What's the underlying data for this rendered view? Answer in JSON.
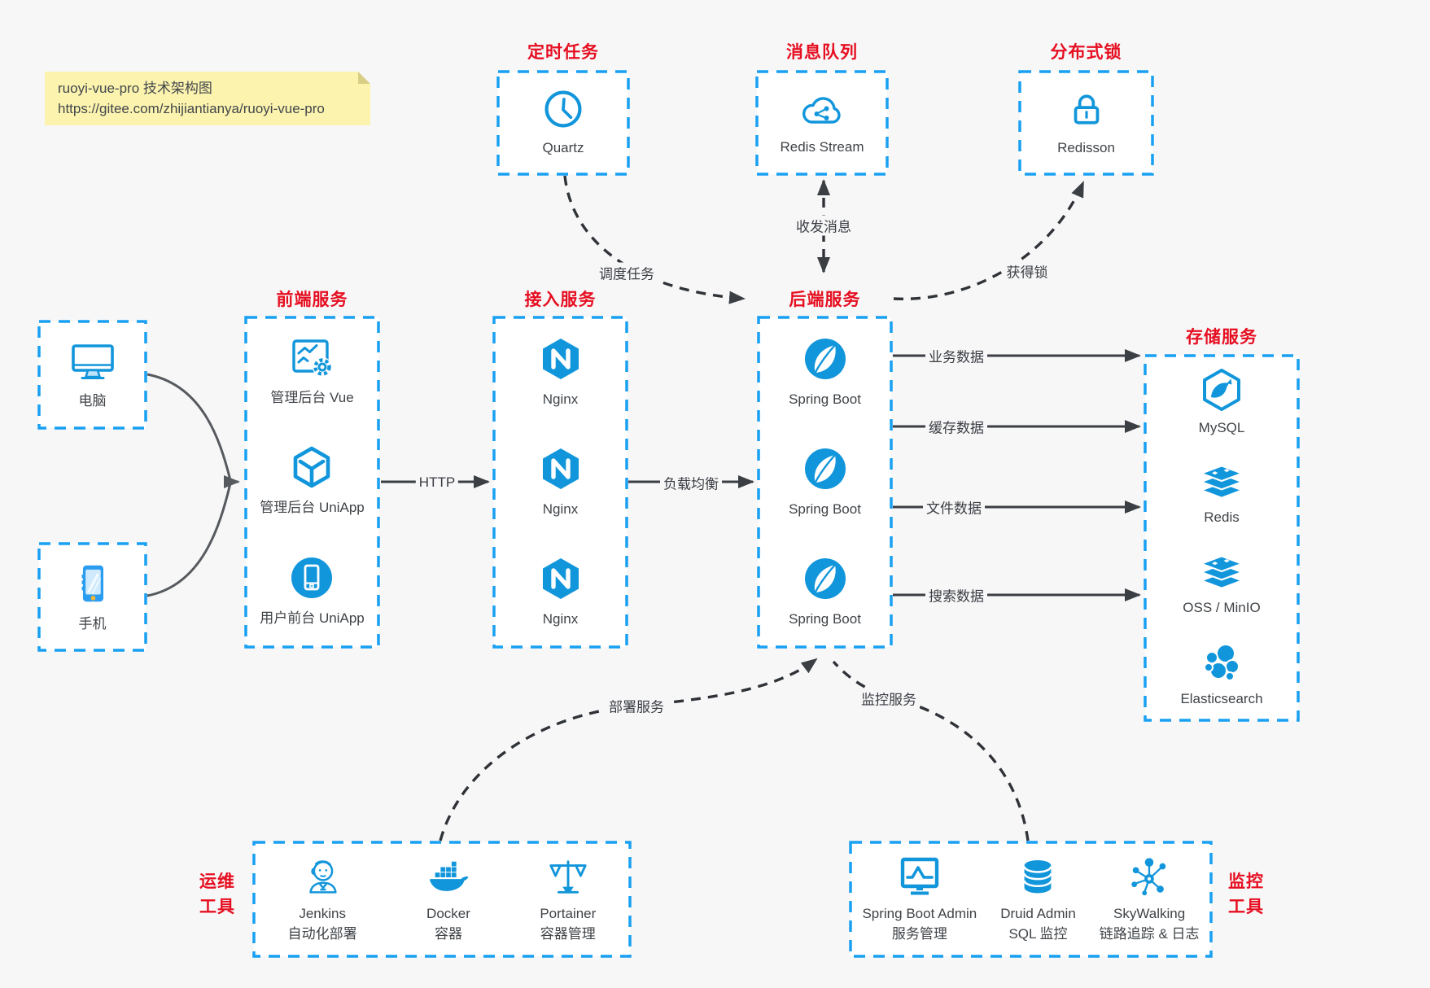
{
  "note": {
    "title": "ruoyi-vue-pro 技术架构图",
    "url": "https://gitee.com/zhijiantianya/ruoyi-vue-pro"
  },
  "colors": {
    "icon_blue": "#1296db",
    "box_border_blue": "#18a0f2",
    "title_red": "#e60f21",
    "text_gray": "#3f4347",
    "arrow_dark": "#3b3e43",
    "background": "#f7f7f8",
    "note_yellow": "#fbf3ae"
  },
  "groups": {
    "timer": {
      "title": "定时任务",
      "items": [
        {
          "icon": "clock-icon",
          "label": "Quartz"
        }
      ]
    },
    "mq": {
      "title": "消息队列",
      "items": [
        {
          "icon": "redis-stream-cloud-icon",
          "label": "Redis Stream"
        }
      ]
    },
    "lock": {
      "title": "分布式锁",
      "items": [
        {
          "icon": "lock-icon",
          "label": "Redisson"
        }
      ]
    },
    "clients": {
      "computer_label": "电脑",
      "phone_label": "手机"
    },
    "frontend": {
      "title": "前端服务",
      "items": [
        {
          "icon": "admin-vue-icon",
          "label": "管理后台 Vue"
        },
        {
          "icon": "uniapp-cube-icon",
          "label": "管理后台 UniApp"
        },
        {
          "icon": "user-app-icon",
          "label": "用户前台 UniApp"
        }
      ]
    },
    "gateway": {
      "title": "接入服务",
      "items": [
        {
          "icon": "nginx-icon",
          "label": "Nginx"
        },
        {
          "icon": "nginx-icon",
          "label": "Nginx"
        },
        {
          "icon": "nginx-icon",
          "label": "Nginx"
        }
      ]
    },
    "backend": {
      "title": "后端服务",
      "items": [
        {
          "icon": "spring-boot-icon",
          "label": "Spring Boot"
        },
        {
          "icon": "spring-boot-icon",
          "label": "Spring Boot"
        },
        {
          "icon": "spring-boot-icon",
          "label": "Spring Boot"
        }
      ]
    },
    "storage": {
      "title": "存储服务",
      "items": [
        {
          "icon": "mysql-icon",
          "label": "MySQL"
        },
        {
          "icon": "redis-icon",
          "label": "Redis"
        },
        {
          "icon": "oss-minio-icon",
          "label": "OSS / MinIO"
        },
        {
          "icon": "elasticsearch-icon",
          "label": "Elasticsearch"
        }
      ]
    },
    "ops": {
      "title_line1": "运维",
      "title_line2": "工具",
      "items": [
        {
          "icon": "jenkins-icon",
          "label": "Jenkins",
          "sub": "自动化部署"
        },
        {
          "icon": "docker-icon",
          "label": "Docker",
          "sub": "容器"
        },
        {
          "icon": "portainer-icon",
          "label": "Portainer",
          "sub": "容器管理"
        }
      ]
    },
    "monitoring": {
      "title_line1": "监控",
      "title_line2": "工具",
      "items": [
        {
          "icon": "spring-boot-admin-icon",
          "label": "Spring Boot Admin",
          "sub": "服务管理"
        },
        {
          "icon": "druid-icon",
          "label": "Druid Admin",
          "sub": "SQL 监控"
        },
        {
          "icon": "skywalking-icon",
          "label": "SkyWalking",
          "sub": "链路追踪 & 日志"
        }
      ]
    }
  },
  "edges": {
    "http": "HTTP",
    "load_balance": "负载均衡",
    "business_data": "业务数据",
    "cache_data": "缓存数据",
    "file_data": "文件数据",
    "search_data": "搜索数据",
    "schedule_task": "调度任务",
    "send_receive_msg": "收发消息",
    "acquire_lock": "获得锁",
    "deploy_service": "部署服务",
    "monitor_service": "监控服务"
  }
}
